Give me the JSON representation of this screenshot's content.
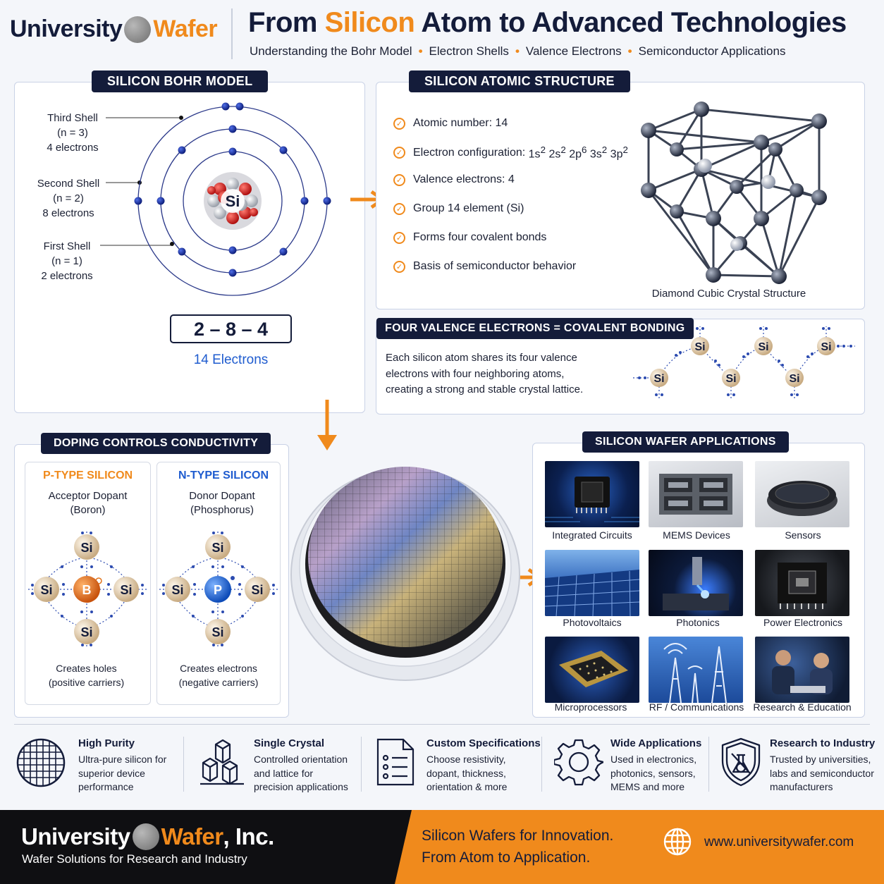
{
  "header": {
    "logo_part1": "University",
    "logo_part2": "Wafer",
    "title_part1": "From",
    "title_highlight": "Silicon",
    "title_part2": "Atom to Advanced Technologies",
    "subtitle_items": [
      "Understanding the Bohr Model",
      "Electron Shells",
      "Valence Electrons",
      "Semiconductor Applications"
    ]
  },
  "bohr": {
    "tag": "SILICON BOHR MODEL",
    "nucleus": "Si",
    "shells": [
      {
        "name": "Third Shell",
        "n": "(n = 3)",
        "count": "4 electrons"
      },
      {
        "name": "Second Shell",
        "n": "(n = 2)",
        "count": "8 electrons"
      },
      {
        "name": "First Shell",
        "n": "(n = 1)",
        "count": "2 electrons"
      }
    ],
    "config": "2 – 8 – 4",
    "total": "14 Electrons"
  },
  "structure": {
    "tag": "SILICON ATOMIC STRUCTURE",
    "items": [
      "Atomic number: 14",
      "Electron configuration:",
      "Valence electrons: 4",
      "Group 14 element (Si)",
      "Forms four covalent bonds",
      "Basis of semiconductor behavior"
    ],
    "config_terms": [
      {
        "base": "1s",
        "sup": "2"
      },
      {
        "base": "2s",
        "sup": "2"
      },
      {
        "base": "2p",
        "sup": "6"
      },
      {
        "base": "3s",
        "sup": "2"
      },
      {
        "base": "3p",
        "sup": "2"
      }
    ],
    "crystal_caption": "Diamond Cubic Crystal Structure"
  },
  "valence": {
    "tag": "FOUR VALENCE ELECTRONS = COVALENT BONDING",
    "line1": "Each silicon atom shares its four valence",
    "line2": "electrons with four neighboring atoms,",
    "line3": "creating a strong and stable crystal lattice.",
    "atom": "Si"
  },
  "doping": {
    "tag": "DOPING CONTROLS CONDUCTIVITY",
    "p_type": {
      "title": "P-TYPE SILICON",
      "line1": "Acceptor Dopant",
      "line2": "(Boron)",
      "center": "B",
      "result1": "Creates holes",
      "result2": "(positive carriers)"
    },
    "n_type": {
      "title": "N-TYPE SILICON",
      "line1": "Donor Dopant",
      "line2": "(Phosphorus)",
      "center": "P",
      "result1": "Creates electrons",
      "result2": "(negative carriers)"
    },
    "atom": "Si"
  },
  "applications": {
    "tag": "SILICON WAFER APPLICATIONS",
    "items": [
      "Integrated Circuits",
      "MEMS Devices",
      "Sensors",
      "Photovoltaics",
      "Photonics",
      "Power Electronics",
      "Microprocessors",
      "RF / Communications",
      "Research & Education"
    ]
  },
  "features": [
    {
      "icon": "grid-icon",
      "title": "High Purity",
      "lines": [
        "Ultra-pure silicon for",
        "superior device",
        "performance"
      ]
    },
    {
      "icon": "cubes-icon",
      "title": "Single Crystal",
      "lines": [
        "Controlled orientation",
        "and lattice for",
        "precision applications"
      ]
    },
    {
      "icon": "document-list-icon",
      "title": "Custom Specifications",
      "lines": [
        "Choose resistivity,",
        "dopant, thickness,",
        "orientation & more"
      ]
    },
    {
      "icon": "gear-icon",
      "title": "Wide Applications",
      "lines": [
        "Used in electronics,",
        "photonics, sensors,",
        "MEMS and more"
      ]
    },
    {
      "icon": "shield-flask-icon",
      "title": "Research to Industry",
      "lines": [
        "Trusted by universities,",
        "labs and semiconductor",
        "manufacturers"
      ]
    }
  ],
  "footer": {
    "logo_part1": "University",
    "logo_part2": "Wafer",
    "logo_suffix": ", Inc.",
    "tagline": "Wafer Solutions for Research and Industry",
    "slogan1": "Silicon Wafers for Innovation.",
    "slogan2": "From Atom to Application.",
    "url": "www.universitywafer.com"
  },
  "colors": {
    "navy": "#141c3a",
    "orange": "#f08a1c",
    "electron_blue": "#1b2f8f",
    "boron": "#e0731c",
    "phosphorus": "#1f6fd6"
  }
}
